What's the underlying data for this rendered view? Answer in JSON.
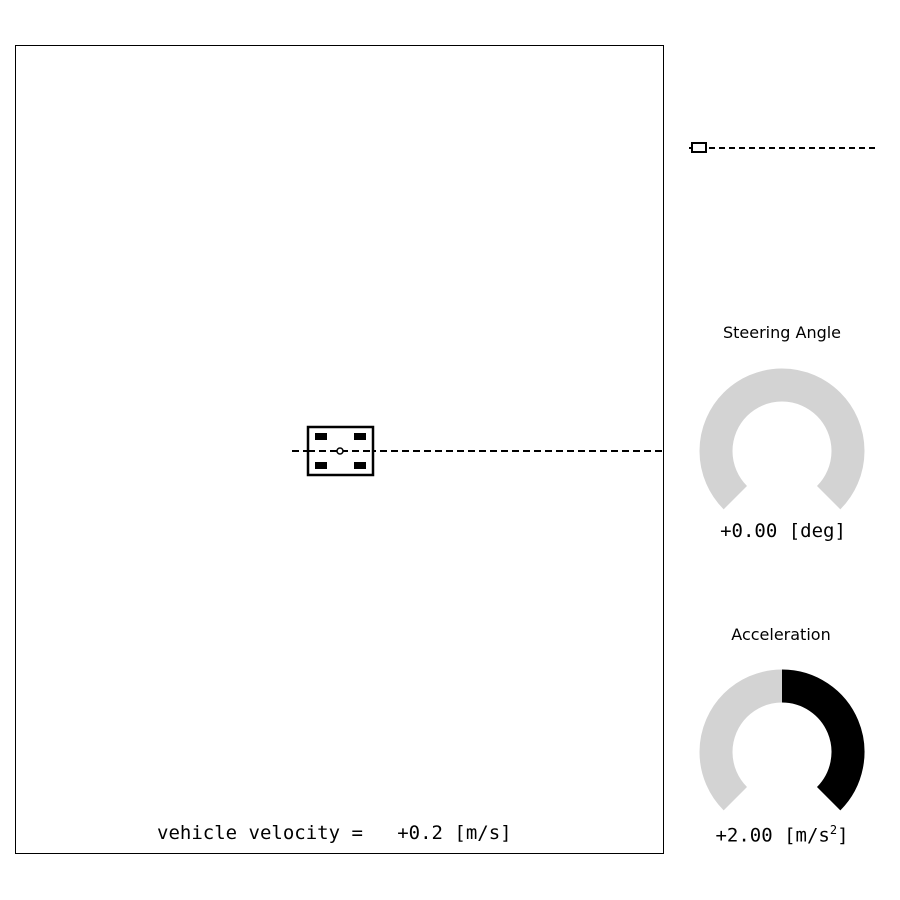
{
  "velocity_panel": {
    "prefix": "vehicle velocity = ",
    "value": "  +0.2",
    "unit": " [m/s]"
  },
  "steering_gauge": {
    "title": "Steering Angle",
    "value_text": "+0.00 [deg]",
    "level": 0.0
  },
  "acceleration_gauge": {
    "title": "Acceleration",
    "value_prefix": "+2.00 [m/s",
    "value_sup": "2",
    "value_suffix": "]",
    "level": 1.0
  },
  "colors": {
    "gauge_track": "#d3d3d3",
    "gauge_fill": "#000000",
    "line": "#000000"
  }
}
